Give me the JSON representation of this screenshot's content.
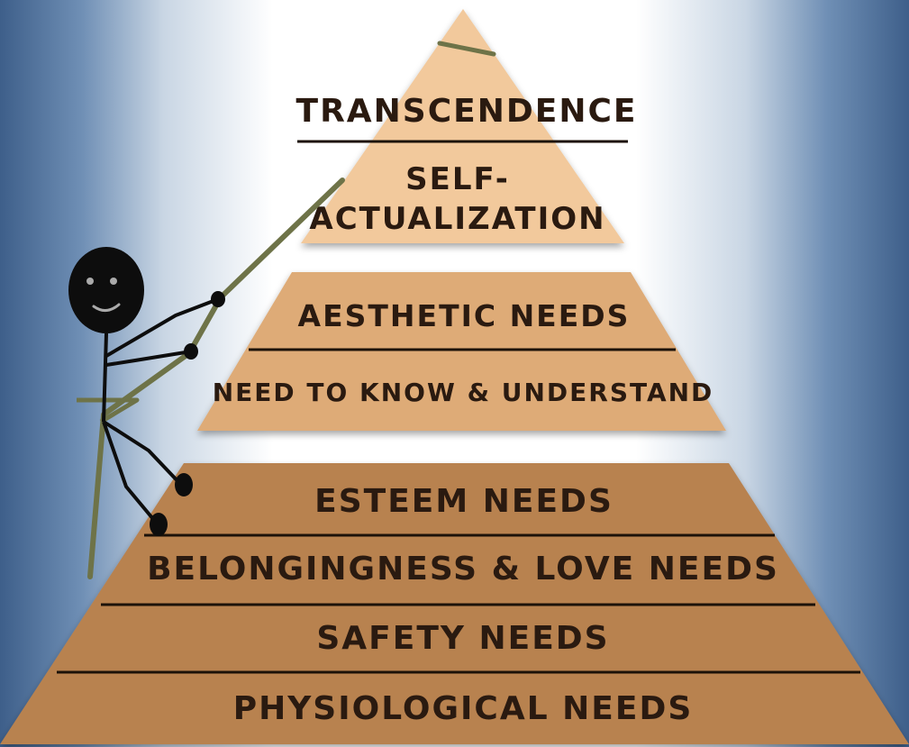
{
  "pyramid": {
    "top": {
      "transcendence": "TRANSCENDENCE",
      "self_actualization_line1": "SELF-",
      "self_actualization_line2": "ACTUALIZATION"
    },
    "middle": {
      "aesthetic": "AESTHETIC NEEDS",
      "know_understand": "NEED TO KNOW & UNDERSTAND"
    },
    "bottom": {
      "esteem": "ESTEEM NEEDS",
      "belonging": "BELONGINGNESS & LOVE NEEDS",
      "safety": "SAFETY NEEDS",
      "physiological": "PHYSIOLOGICAL NEEDS"
    }
  },
  "colors": {
    "top_fill": "#f2c99c",
    "middle_fill": "#deab77",
    "bottom_fill": "#b88250",
    "divider": "#1c1209",
    "rope": "#6e7348"
  }
}
